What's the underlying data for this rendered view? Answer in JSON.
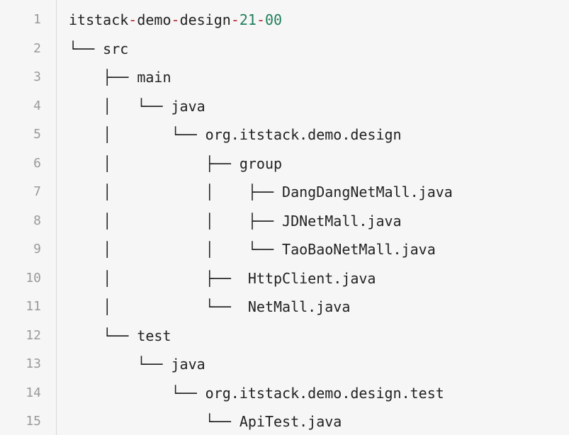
{
  "code": {
    "lines": [
      {
        "number": "1",
        "tokens": [
          {
            "text": "itstack",
            "kind": "plain"
          },
          {
            "text": "-",
            "kind": "op"
          },
          {
            "text": "demo",
            "kind": "plain"
          },
          {
            "text": "-",
            "kind": "op"
          },
          {
            "text": "design",
            "kind": "plain"
          },
          {
            "text": "-",
            "kind": "op"
          },
          {
            "text": "21",
            "kind": "num"
          },
          {
            "text": "-",
            "kind": "op"
          },
          {
            "text": "00",
            "kind": "num"
          }
        ]
      },
      {
        "number": "2",
        "tokens": [
          {
            "text": "└── src",
            "kind": "plain"
          }
        ]
      },
      {
        "number": "3",
        "tokens": [
          {
            "text": "    ├── main",
            "kind": "plain"
          }
        ]
      },
      {
        "number": "4",
        "tokens": [
          {
            "text": "    │   └── java",
            "kind": "plain"
          }
        ]
      },
      {
        "number": "5",
        "tokens": [
          {
            "text": "    │       └── org.itstack.demo.design",
            "kind": "plain"
          }
        ]
      },
      {
        "number": "6",
        "tokens": [
          {
            "text": "    │           ├── group",
            "kind": "plain"
          }
        ]
      },
      {
        "number": "7",
        "tokens": [
          {
            "text": "    │           │    ├── DangDangNetMall.java",
            "kind": "plain"
          }
        ]
      },
      {
        "number": "8",
        "tokens": [
          {
            "text": "    │           │    ├── JDNetMall.java",
            "kind": "plain"
          }
        ]
      },
      {
        "number": "9",
        "tokens": [
          {
            "text": "    │           │    └── TaoBaoNetMall.java",
            "kind": "plain"
          }
        ]
      },
      {
        "number": "10",
        "tokens": [
          {
            "text": "    │           ├──  HttpClient.java",
            "kind": "plain"
          }
        ]
      },
      {
        "number": "11",
        "tokens": [
          {
            "text": "    │           └──  NetMall.java",
            "kind": "plain"
          }
        ]
      },
      {
        "number": "12",
        "tokens": [
          {
            "text": "    └── test",
            "kind": "plain"
          }
        ]
      },
      {
        "number": "13",
        "tokens": [
          {
            "text": "        └── java",
            "kind": "plain"
          }
        ]
      },
      {
        "number": "14",
        "tokens": [
          {
            "text": "            └── org.itstack.demo.design.test",
            "kind": "plain"
          }
        ]
      },
      {
        "number": "15",
        "tokens": [
          {
            "text": "                └── ApiTest.java",
            "kind": "plain"
          }
        ]
      }
    ]
  },
  "colors": {
    "background": "#f6f6f6",
    "gutter_text": "#9a9a9a",
    "text": "#222222",
    "operator": "#b5262b",
    "number": "#1f7f5a"
  }
}
